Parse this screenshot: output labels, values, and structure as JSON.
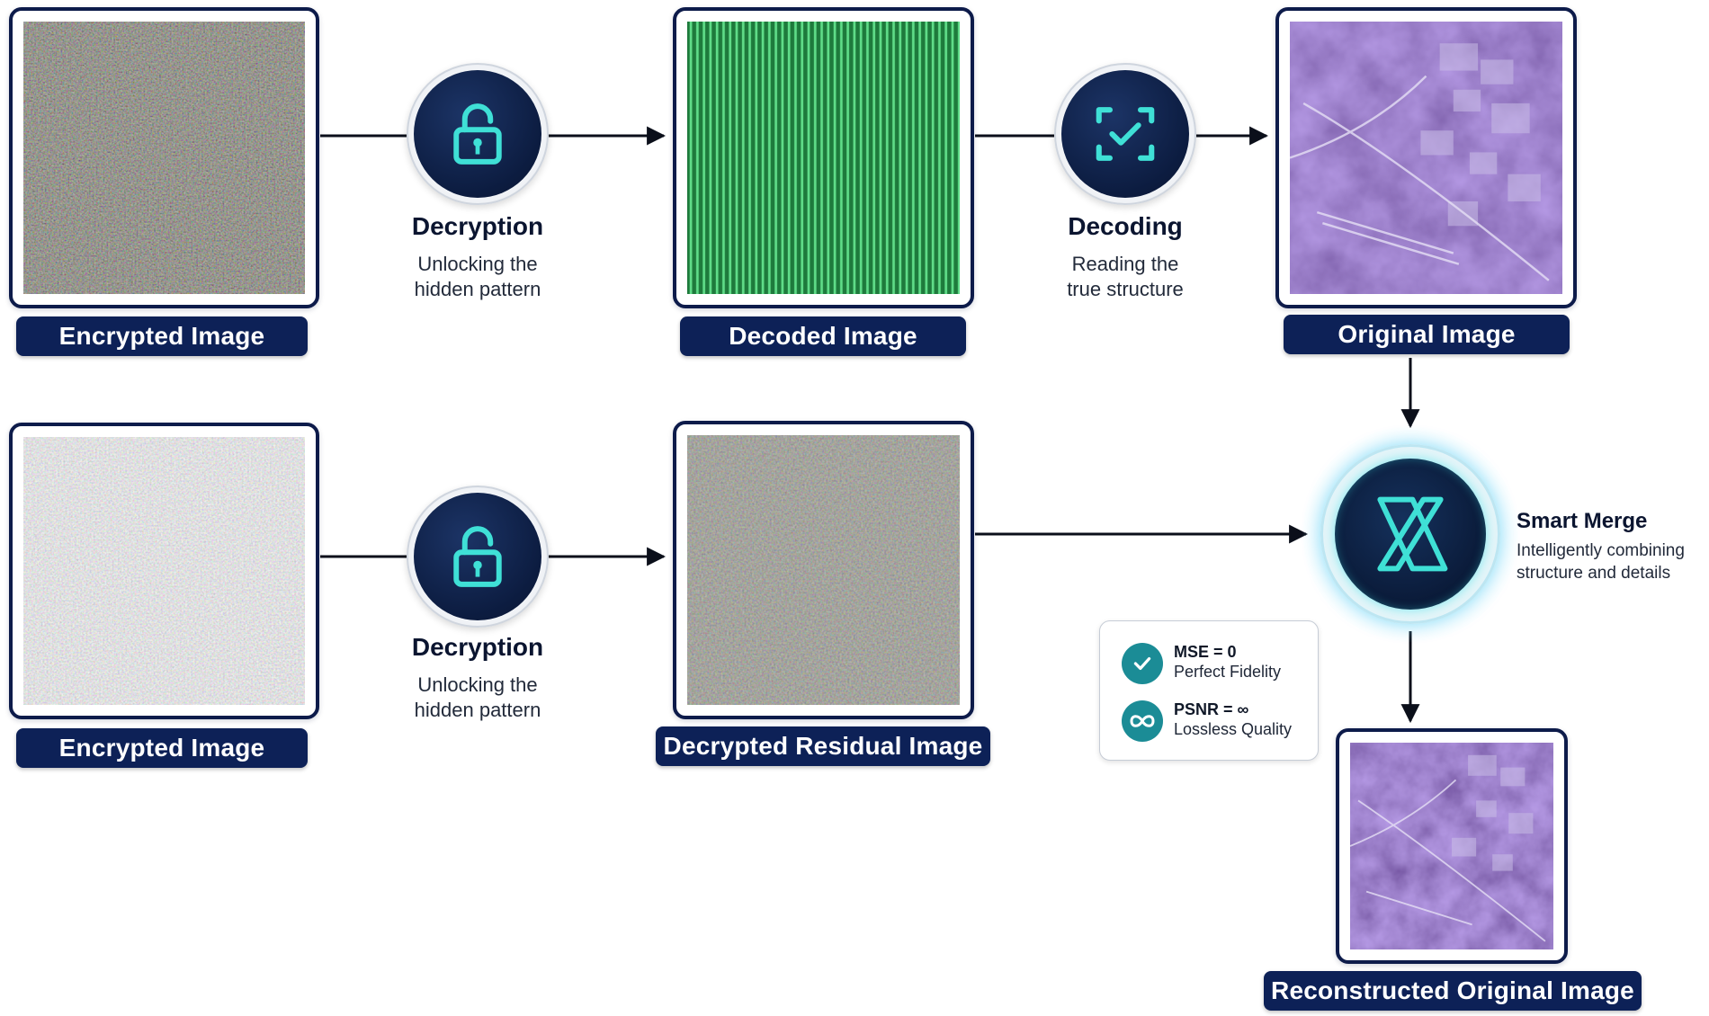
{
  "row1": {
    "encrypted_label": "Encrypted Image",
    "decoded_label": "Decoded Image",
    "original_label": "Original Image",
    "decryption": {
      "title": "Decryption",
      "line1": "Unlocking the",
      "line2": "hidden pattern",
      "icon": "unlock-icon"
    },
    "decoding": {
      "title": "Decoding",
      "line1": "Reading the",
      "line2": "true structure",
      "icon": "scan-check-icon"
    }
  },
  "row2": {
    "encrypted_label": "Encrypted Image",
    "residual_label": "Decrypted Residual Image",
    "decryption": {
      "title": "Decryption",
      "line1": "Unlocking the",
      "line2": "hidden pattern",
      "icon": "unlock-icon"
    }
  },
  "merge": {
    "title": "Smart Merge",
    "line1": "Intelligently combining",
    "line2": "structure and details",
    "icon": "merge-x-icon"
  },
  "metrics": [
    {
      "title": "MSE = 0",
      "subtitle": "Perfect Fidelity",
      "icon": "check-icon"
    },
    {
      "title": "PSNR = ∞",
      "subtitle": "Lossless Quality",
      "icon": "infinity-icon"
    }
  ],
  "output_label": "Reconstructed Original Image",
  "colors": {
    "navy": "#0d2157",
    "teal_accent": "#35d6d0",
    "metric_teal": "#1b8c96",
    "satellite_purple": "#5a3e9e",
    "decoded_green": "#22a04a"
  }
}
